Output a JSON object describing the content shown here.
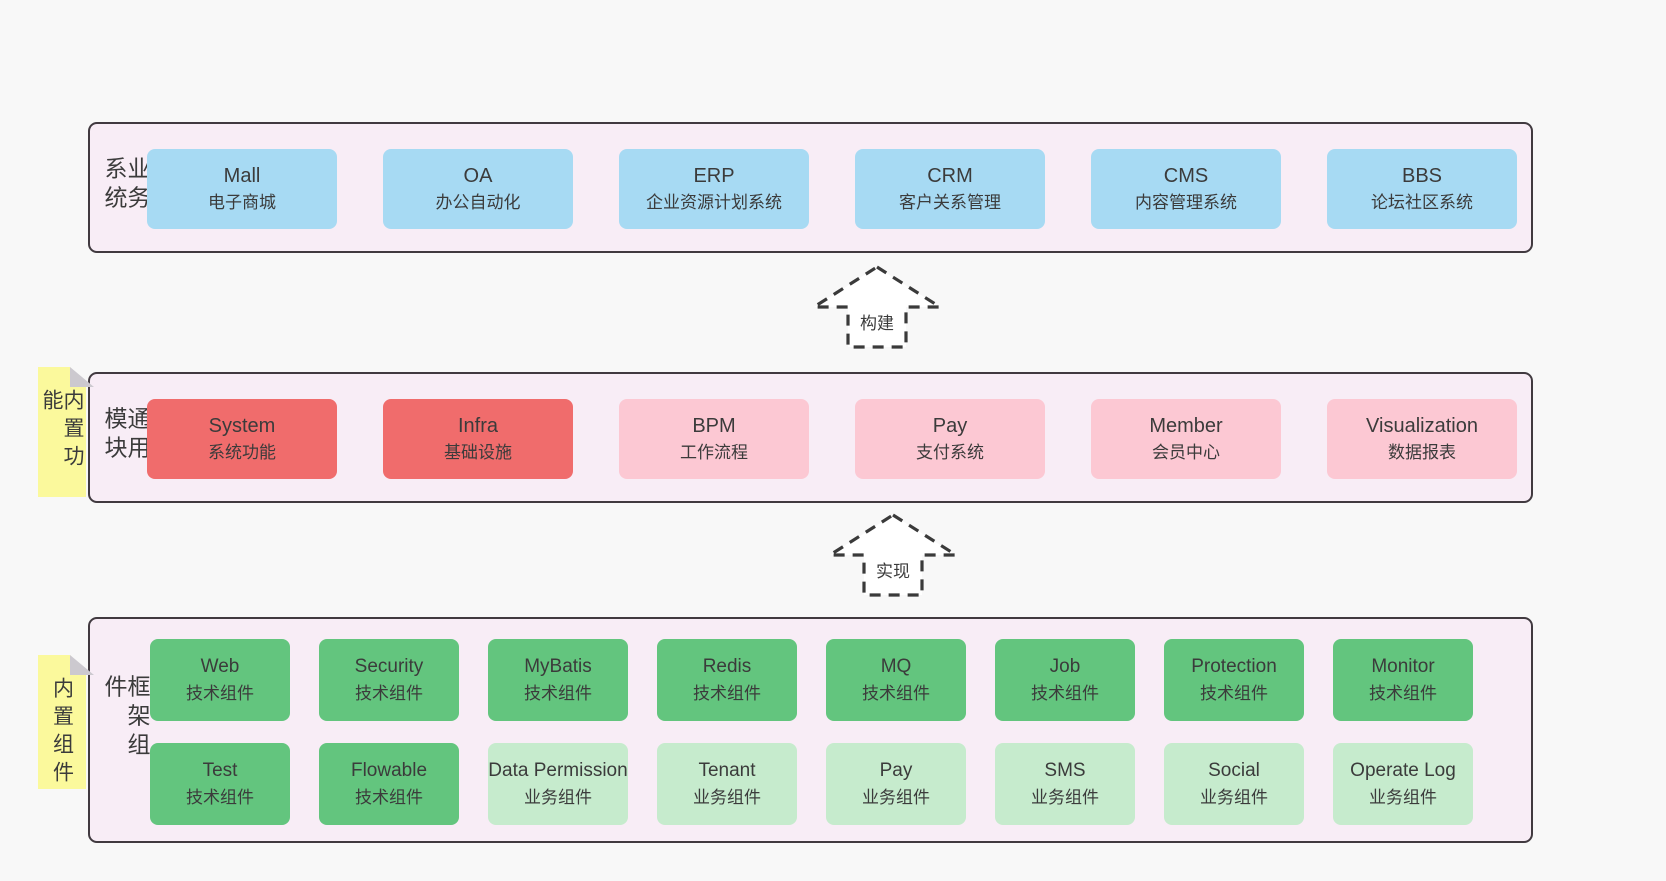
{
  "diagram": {
    "layers": {
      "business": {
        "label": "业务系统",
        "boxes": [
          {
            "name": "Mall",
            "desc": "电子商城"
          },
          {
            "name": "OA",
            "desc": "办公自动化"
          },
          {
            "name": "ERP",
            "desc": "企业资源计划系统"
          },
          {
            "name": "CRM",
            "desc": "客户关系管理"
          },
          {
            "name": "CMS",
            "desc": "内容管理系统"
          },
          {
            "name": "BBS",
            "desc": "论坛社区系统"
          }
        ]
      },
      "modules": {
        "label": "通用模块",
        "note": "内置功能",
        "boxes": [
          {
            "name": "System",
            "desc": "系统功能"
          },
          {
            "name": "Infra",
            "desc": "基础设施"
          },
          {
            "name": "BPM",
            "desc": "工作流程"
          },
          {
            "name": "Pay",
            "desc": "支付系统"
          },
          {
            "name": "Member",
            "desc": "会员中心"
          },
          {
            "name": "Visualization",
            "desc": "数据报表"
          }
        ]
      },
      "framework": {
        "label": "框架组件",
        "note": "内置组件",
        "row1": [
          {
            "name": "Web",
            "desc": "技术组件"
          },
          {
            "name": "Security",
            "desc": "技术组件"
          },
          {
            "name": "MyBatis",
            "desc": "技术组件"
          },
          {
            "name": "Redis",
            "desc": "技术组件"
          },
          {
            "name": "MQ",
            "desc": "技术组件"
          },
          {
            "name": "Job",
            "desc": "技术组件"
          },
          {
            "name": "Protection",
            "desc": "技术组件"
          },
          {
            "name": "Monitor",
            "desc": "技术组件"
          }
        ],
        "row2": [
          {
            "name": "Test",
            "desc": "技术组件"
          },
          {
            "name": "Flowable",
            "desc": "技术组件"
          },
          {
            "name": "Data Permission",
            "desc": "业务组件"
          },
          {
            "name": "Tenant",
            "desc": "业务组件"
          },
          {
            "name": "Pay",
            "desc": "业务组件"
          },
          {
            "name": "SMS",
            "desc": "业务组件"
          },
          {
            "name": "Social",
            "desc": "业务组件"
          },
          {
            "name": "Operate Log",
            "desc": "业务组件"
          }
        ]
      }
    },
    "arrows": [
      {
        "label": "构建"
      },
      {
        "label": "实现"
      }
    ],
    "colors": {
      "page_bg": "#f8f8f8",
      "band_bg": "#f8edf6",
      "border": "#413a40",
      "blue": "#a7daf3",
      "red": "#f06c6c",
      "pink": "#fcc8d3",
      "green": "#63c57e",
      "light_green": "#c6ebcd",
      "note_yellow": "#fbf99c",
      "text": "#3b3b3b"
    }
  }
}
